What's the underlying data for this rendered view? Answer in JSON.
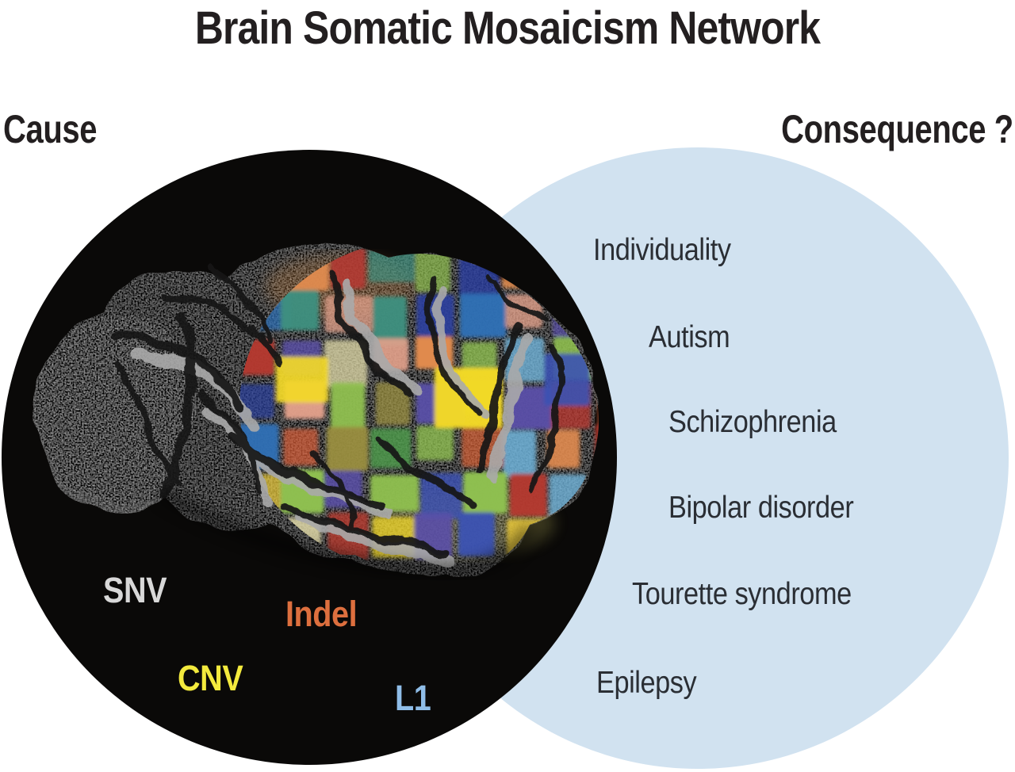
{
  "figure_title": "Brain Somatic Mosaicism Network",
  "cause": {
    "heading": "Cause",
    "variant_labels": [
      {
        "id": "snv",
        "label": "SNV",
        "color": "#d8d8d8"
      },
      {
        "id": "indel",
        "label": "Indel",
        "color": "#dd6f3e"
      },
      {
        "id": "cnv",
        "label": "CNV",
        "color": "#f3ea3d"
      },
      {
        "id": "l1",
        "label": "L1",
        "color": "#8fbde8"
      }
    ]
  },
  "consequence": {
    "heading": "Consequence ?",
    "items": [
      {
        "label": "Individuality"
      },
      {
        "label": "Autism"
      },
      {
        "label": "Schizophrenia"
      },
      {
        "label": "Bipolar disorder"
      },
      {
        "label": "Tourette syndrome"
      },
      {
        "label": "Epilepsy"
      }
    ]
  },
  "colors": {
    "background": "#ffffff",
    "cause_circle": "#0a0908",
    "consequence_circle": "#d1e2f0",
    "heading_text": "#231f20",
    "consequence_text": "#2a2e34",
    "brain_base_gray": "#979797",
    "brain_left_lobe_gray": "#b2b2b2"
  },
  "brain": {
    "mosaic_palette": [
      "#f3d928",
      "#e8c83a",
      "#d95f35",
      "#e08a4e",
      "#3c52b2",
      "#2b3f9e",
      "#6fb3d9",
      "#4e9a4a",
      "#8fc04f",
      "#3f8f7f",
      "#b53a30",
      "#e2a08a",
      "#9a8f3f",
      "#5a4fa8",
      "#ded7a6",
      "#2f6fb5"
    ]
  }
}
